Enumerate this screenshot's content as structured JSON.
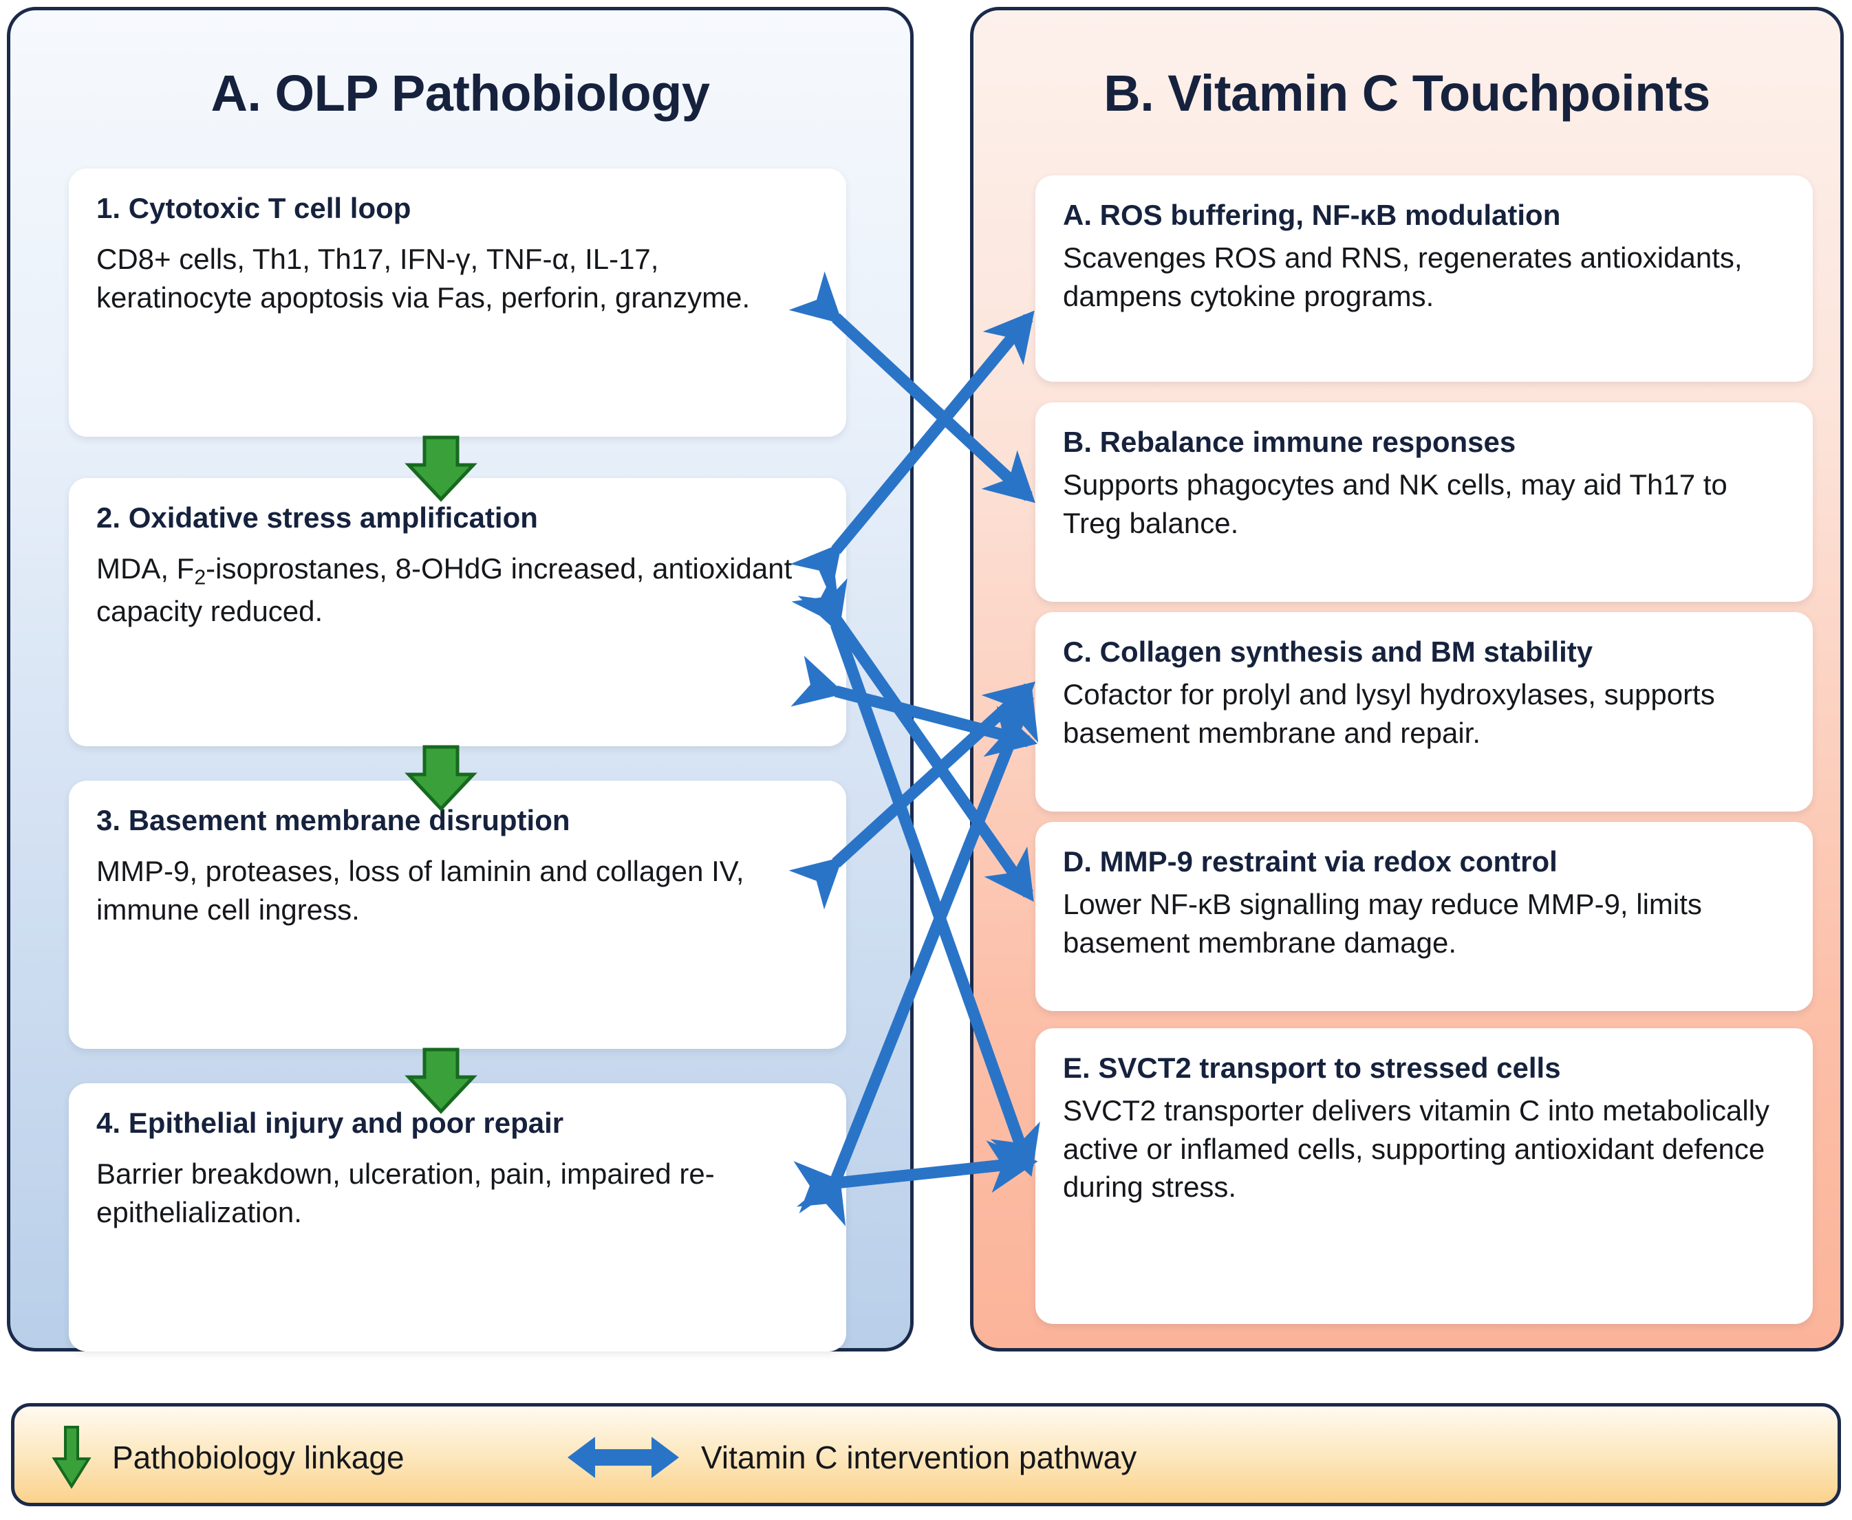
{
  "panels": {
    "left": {
      "title": "A. OLP Pathobiology",
      "accent": "#1b2a4a",
      "cards": [
        {
          "title": "1. Cytotoxic T cell loop",
          "body": "CD8+ cells, Th1, Th17, IFN-γ, TNF-α, IL-17, keratinocyte apoptosis via Fas, perforin, granzyme."
        },
        {
          "title": "2. Oxidative stress amplification",
          "body_pre": "MDA, F",
          "body_sub": "2",
          "body_post": "-isoprostanes, 8-OHdG increased, antioxidant capacity reduced."
        },
        {
          "title": "3. Basement membrane disruption",
          "body": "MMP-9, proteases, loss of laminin and collagen IV, immune cell ingress."
        },
        {
          "title": "4. Epithelial injury and poor repair",
          "body": "Barrier breakdown, ulceration, pain, impaired re-epithelialization."
        }
      ]
    },
    "right": {
      "title": "B. Vitamin C Touchpoints",
      "accent": "#1b2a4a",
      "cards": [
        {
          "title": "A. ROS buffering, NF-κB modulation",
          "body": "Scavenges ROS and RNS, regenerates antioxidants, dampens cytokine programs."
        },
        {
          "title": "B. Rebalance immune responses",
          "body": "Supports phagocytes and NK cells, may aid Th17 to Treg balance."
        },
        {
          "title": "C. Collagen synthesis and BM stability",
          "body": "Cofactor for prolyl and lysyl hydroxylases, supports basement membrane and repair."
        },
        {
          "title": "D. MMP-9 restraint via redox control",
          "body": "Lower NF-κB signalling may reduce MMP-9, limits basement membrane damage."
        },
        {
          "title": "E. SVCT2 transport to stressed cells",
          "body": "SVCT2 transporter delivers vitamin C into metabolically active or inflamed cells, supporting antioxidant defence during stress."
        }
      ]
    }
  },
  "connectors": {
    "pathobiology_color": "#3aa03a",
    "intervention_color": "#2a74c8"
  },
  "legend": {
    "items": [
      {
        "icon": "green-down-arrow-icon",
        "label": "Pathobiology linkage"
      },
      {
        "icon": "blue-double-arrow-icon",
        "label": "Vitamin C intervention pathway"
      }
    ]
  }
}
